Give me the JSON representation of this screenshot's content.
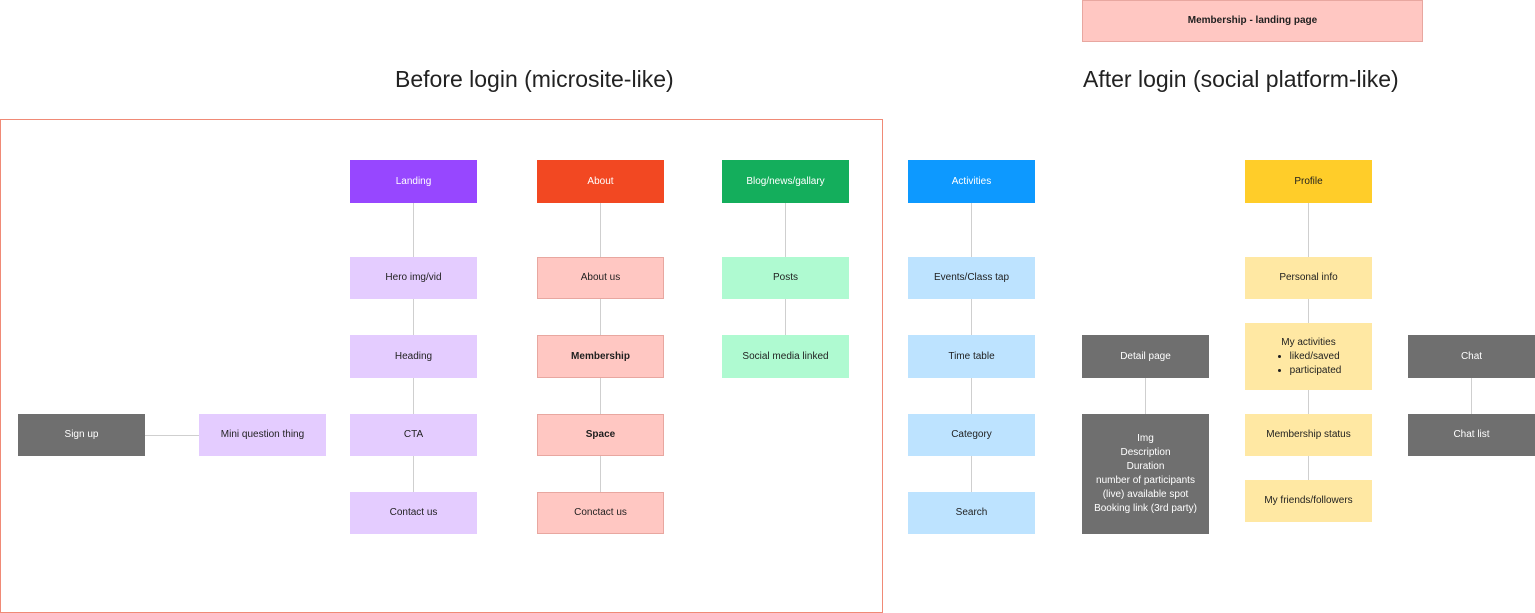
{
  "banner": "Membership - landing page",
  "headings": {
    "before": "Before login (microsite-like)",
    "after": "After login (social platform-like)"
  },
  "nodes": {
    "sign_up": "Sign up",
    "mini_question": "Mini question thing",
    "landing": "Landing",
    "hero": "Hero img/vid",
    "heading": "Heading",
    "cta": "CTA",
    "contact_us": "Contact us",
    "about": "About",
    "about_us": "About us",
    "membership": "Membership",
    "space": "Space",
    "conctact_us": "Conctact us",
    "blog": "Blog/news/gallary",
    "posts": "Posts",
    "social_media": "Social media linked",
    "activities": "Activities",
    "events": "Events/Class tap",
    "time_table": "Time table",
    "category": "Category",
    "search": "Search",
    "detail_page": "Detail page",
    "detail_lines": [
      "Img",
      "Description",
      "Duration",
      "number of participants",
      "(live) available spot",
      "Booking link (3rd party)"
    ],
    "profile": "Profile",
    "personal_info": "Personal info",
    "my_activities": "My activities",
    "my_activities_items": [
      "liked/saved",
      "participated"
    ],
    "membership_status": "Membership status",
    "friends": "My friends/followers",
    "chat": "Chat",
    "chat_list": "Chat list"
  }
}
